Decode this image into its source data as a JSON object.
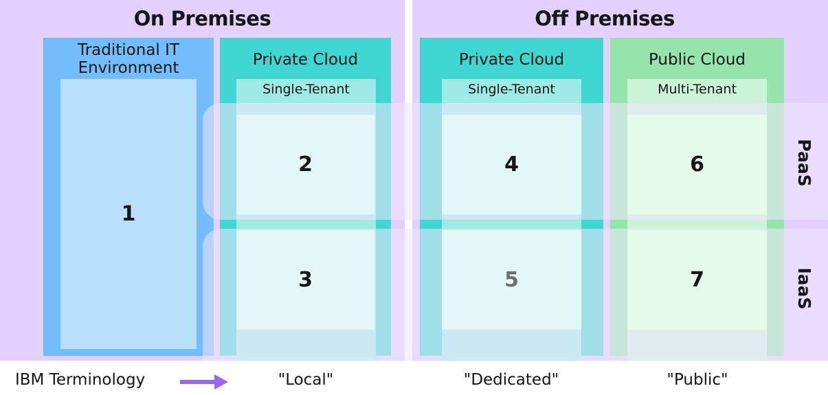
{
  "sections": {
    "on_premises": "On Premises",
    "off_premises": "Off Premises"
  },
  "columns": {
    "traditional": "Traditional IT Environment",
    "private_on": "Private Cloud",
    "private_off": "Private Cloud",
    "public": "Public Cloud"
  },
  "tenancy": {
    "private_on": "Single-Tenant",
    "private_off": "Single-Tenant",
    "public": "Multi-Tenant"
  },
  "cells": {
    "c1": "1",
    "c2": "2",
    "c3": "3",
    "c4": "4",
    "c5": "5",
    "c6": "6",
    "c7": "7"
  },
  "rows": {
    "paas": "PaaS",
    "iaas": "IaaS"
  },
  "footer": {
    "label": "IBM Terminology",
    "local": "\"Local\"",
    "dedicated": "\"Dedicated\"",
    "public": "\"Public\""
  },
  "colors": {
    "panel": "#e3d0fd",
    "traditional": "#74bdfd",
    "teal": "#3fd6d1",
    "green": "#95e4ab",
    "arrow": "#9a66ef"
  }
}
